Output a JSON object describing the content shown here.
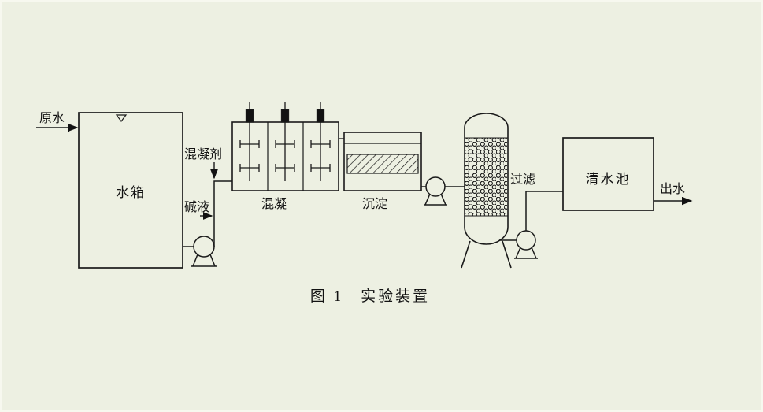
{
  "figure": {
    "caption": "图 1　实验装置",
    "background_color": "#edf0e2",
    "line_color": "#1a1a1a"
  },
  "labels": {
    "raw_water": "原水",
    "water_tank": "水箱",
    "coagulant": "混凝剂",
    "alkali": "碱液",
    "coagulation": "混凝",
    "sedimentation": "沉淀",
    "filtration": "过滤",
    "clear_water_tank": "清水池",
    "effluent": "出水"
  },
  "flow_sequence": [
    "原水",
    "水箱",
    "混凝",
    "沉淀",
    "过滤",
    "清水池",
    "出水"
  ],
  "dosing_points": [
    "混凝剂",
    "碱液"
  ],
  "equipment_counts": {
    "pumps": 3,
    "stirrers": 3,
    "tanks": 4
  }
}
